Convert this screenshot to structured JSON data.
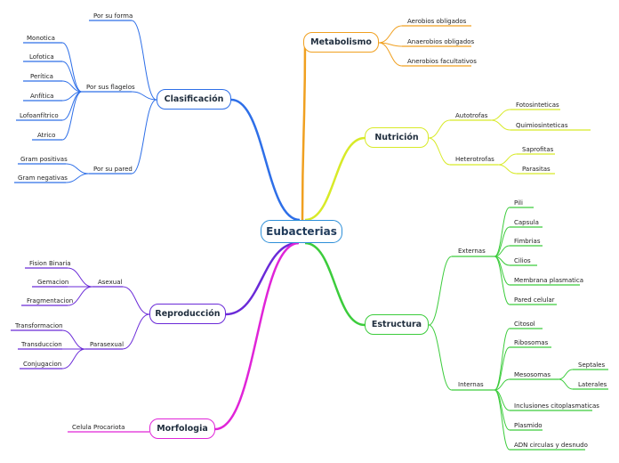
{
  "central": "Eubacterias",
  "colors": {
    "blue": "#2e6fe8",
    "orange": "#f0a020",
    "yellow": "#d8ea28",
    "green": "#3ccc3c",
    "purple": "#6a2ad8",
    "magenta": "#e024d8"
  },
  "branches": {
    "metabolismo": {
      "label": "Metabolismo",
      "items": [
        "Aerobios obligados",
        "Anaerobios obligados",
        "Anerobios facultativos"
      ]
    },
    "nutricion": {
      "label": "Nutrición",
      "autotrofas": {
        "label": "Autotrofas",
        "items": [
          "Fotosinteticas",
          "Quimiosinteticas"
        ]
      },
      "heterotrofas": {
        "label": "Heterotrofas",
        "items": [
          "Saprofitas",
          "Parasitas"
        ]
      }
    },
    "estructura": {
      "label": "Estructura",
      "externas": {
        "label": "Externas",
        "items": [
          "Pili",
          "Capsula",
          "Fimbrias",
          "Cilios",
          "Membrana plasmatica",
          "Pared celular"
        ]
      },
      "internas": {
        "label": "Internas",
        "items": [
          "Citosol",
          "Ribosomas",
          "Mesosomas",
          "Inclusiones citoplasmaticas",
          "Plasmido",
          "ADN circulas y desnudo"
        ],
        "mesosomas_items": [
          "Septales",
          "Laterales"
        ]
      }
    },
    "clasificacion": {
      "label": "Clasificación",
      "forma": {
        "label": "Por su forma"
      },
      "flagelos": {
        "label": "Por sus flagelos",
        "items": [
          "Monotica",
          "Lofotica",
          "Perítica",
          "Anfítica",
          "Lofoanfítrico",
          "Atrico"
        ]
      },
      "pared": {
        "label": "Por su pared",
        "items": [
          "Gram positivas",
          "Gram negativas"
        ]
      }
    },
    "reproduccion": {
      "label": "Reproducción",
      "asexual": {
        "label": "Asexual",
        "items": [
          "Fision Binaria",
          "Gemacion",
          "Fragmentacion"
        ]
      },
      "parasexual": {
        "label": "Parasexual",
        "items": [
          "Transformacion",
          "Transduccion",
          "Conjugacion"
        ]
      }
    },
    "morfologia": {
      "label": "Morfologia",
      "items": [
        "Celula Procariota"
      ]
    }
  }
}
